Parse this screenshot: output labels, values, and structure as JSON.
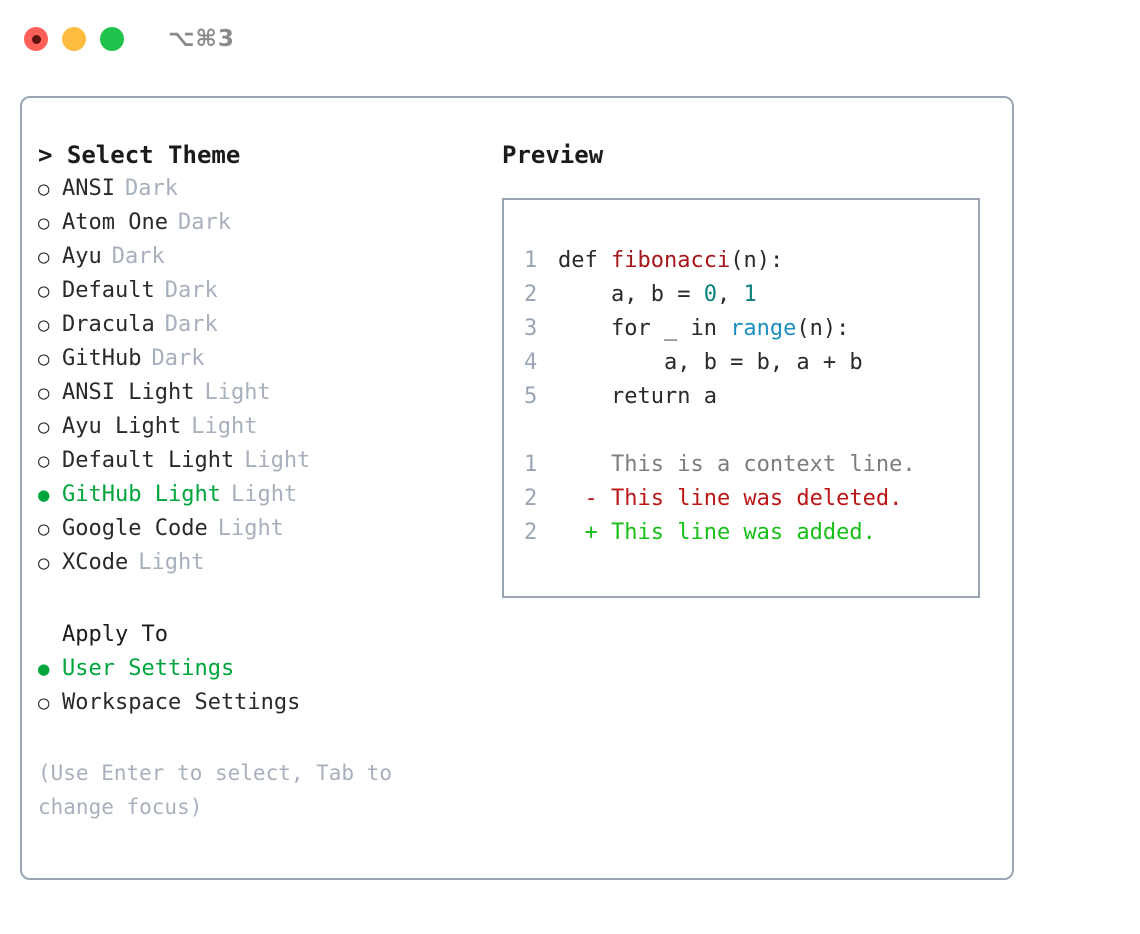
{
  "titlebar": {
    "shortcut": "⌥⌘3",
    "lights": [
      {
        "name": "close",
        "color": "#fc6058"
      },
      {
        "name": "minimize",
        "color": "#fdbc40"
      },
      {
        "name": "maximize",
        "color": "#1fc24b"
      }
    ]
  },
  "theme_panel": {
    "heading": "> Select Theme",
    "selected_bullet": "●",
    "unselected_bullet": "○",
    "options": [
      {
        "label": "ANSI",
        "tag": "Dark",
        "selected": false
      },
      {
        "label": "Atom One",
        "tag": "Dark",
        "selected": false
      },
      {
        "label": "Ayu",
        "tag": "Dark",
        "selected": false
      },
      {
        "label": "Default",
        "tag": "Dark",
        "selected": false
      },
      {
        "label": "Dracula",
        "tag": "Dark",
        "selected": false
      },
      {
        "label": "GitHub",
        "tag": "Dark",
        "selected": false
      },
      {
        "label": "ANSI Light",
        "tag": "Light",
        "selected": false
      },
      {
        "label": "Ayu Light",
        "tag": "Light",
        "selected": false
      },
      {
        "label": "Default Light",
        "tag": "Light",
        "selected": false
      },
      {
        "label": "GitHub Light",
        "tag": "Light",
        "selected": true
      },
      {
        "label": "Google Code",
        "tag": "Light",
        "selected": false
      },
      {
        "label": "XCode",
        "tag": "Light",
        "selected": false
      }
    ]
  },
  "apply_to": {
    "heading": "Apply To",
    "options": [
      {
        "label": "User Settings",
        "selected": true
      },
      {
        "label": "Workspace Settings",
        "selected": false
      }
    ]
  },
  "hint": "(Use Enter to select, Tab to change focus)",
  "preview": {
    "title": "Preview",
    "code_lines": [
      {
        "num": "1",
        "tokens": [
          {
            "text": "def ",
            "type": "kw"
          },
          {
            "text": "fibonacci",
            "type": "fn"
          },
          {
            "text": "(n):",
            "type": "text"
          }
        ]
      },
      {
        "num": "2",
        "tokens": [
          {
            "text": "    a, b = ",
            "type": "text"
          },
          {
            "text": "0",
            "type": "num"
          },
          {
            "text": ", ",
            "type": "text"
          },
          {
            "text": "1",
            "type": "num"
          }
        ]
      },
      {
        "num": "3",
        "tokens": [
          {
            "text": "    for _ in ",
            "type": "text"
          },
          {
            "text": "range",
            "type": "call"
          },
          {
            "text": "(n):",
            "type": "text"
          }
        ]
      },
      {
        "num": "4",
        "tokens": [
          {
            "text": "        a, b = b, a + b",
            "type": "text"
          }
        ]
      },
      {
        "num": "5",
        "tokens": [
          {
            "text": "    return a",
            "type": "text"
          }
        ]
      }
    ],
    "diff_lines": [
      {
        "num": "1",
        "marker": " ",
        "text": " This is a context line.",
        "type": "context"
      },
      {
        "num": "2",
        "marker": "-",
        "text": " This line was deleted.",
        "type": "deleted"
      },
      {
        "num": "2",
        "marker": "+",
        "text": " This line was added.",
        "type": "added"
      }
    ]
  },
  "colors": {
    "border": "#9aa5b4",
    "muted": "#a8b0bd",
    "accent_green": "#00a63c",
    "diff_add": "#18bf18",
    "diff_del": "#bb1717",
    "token_function": "#a6171c",
    "token_number": "#0a8079",
    "token_call": "#1f8fbf"
  }
}
